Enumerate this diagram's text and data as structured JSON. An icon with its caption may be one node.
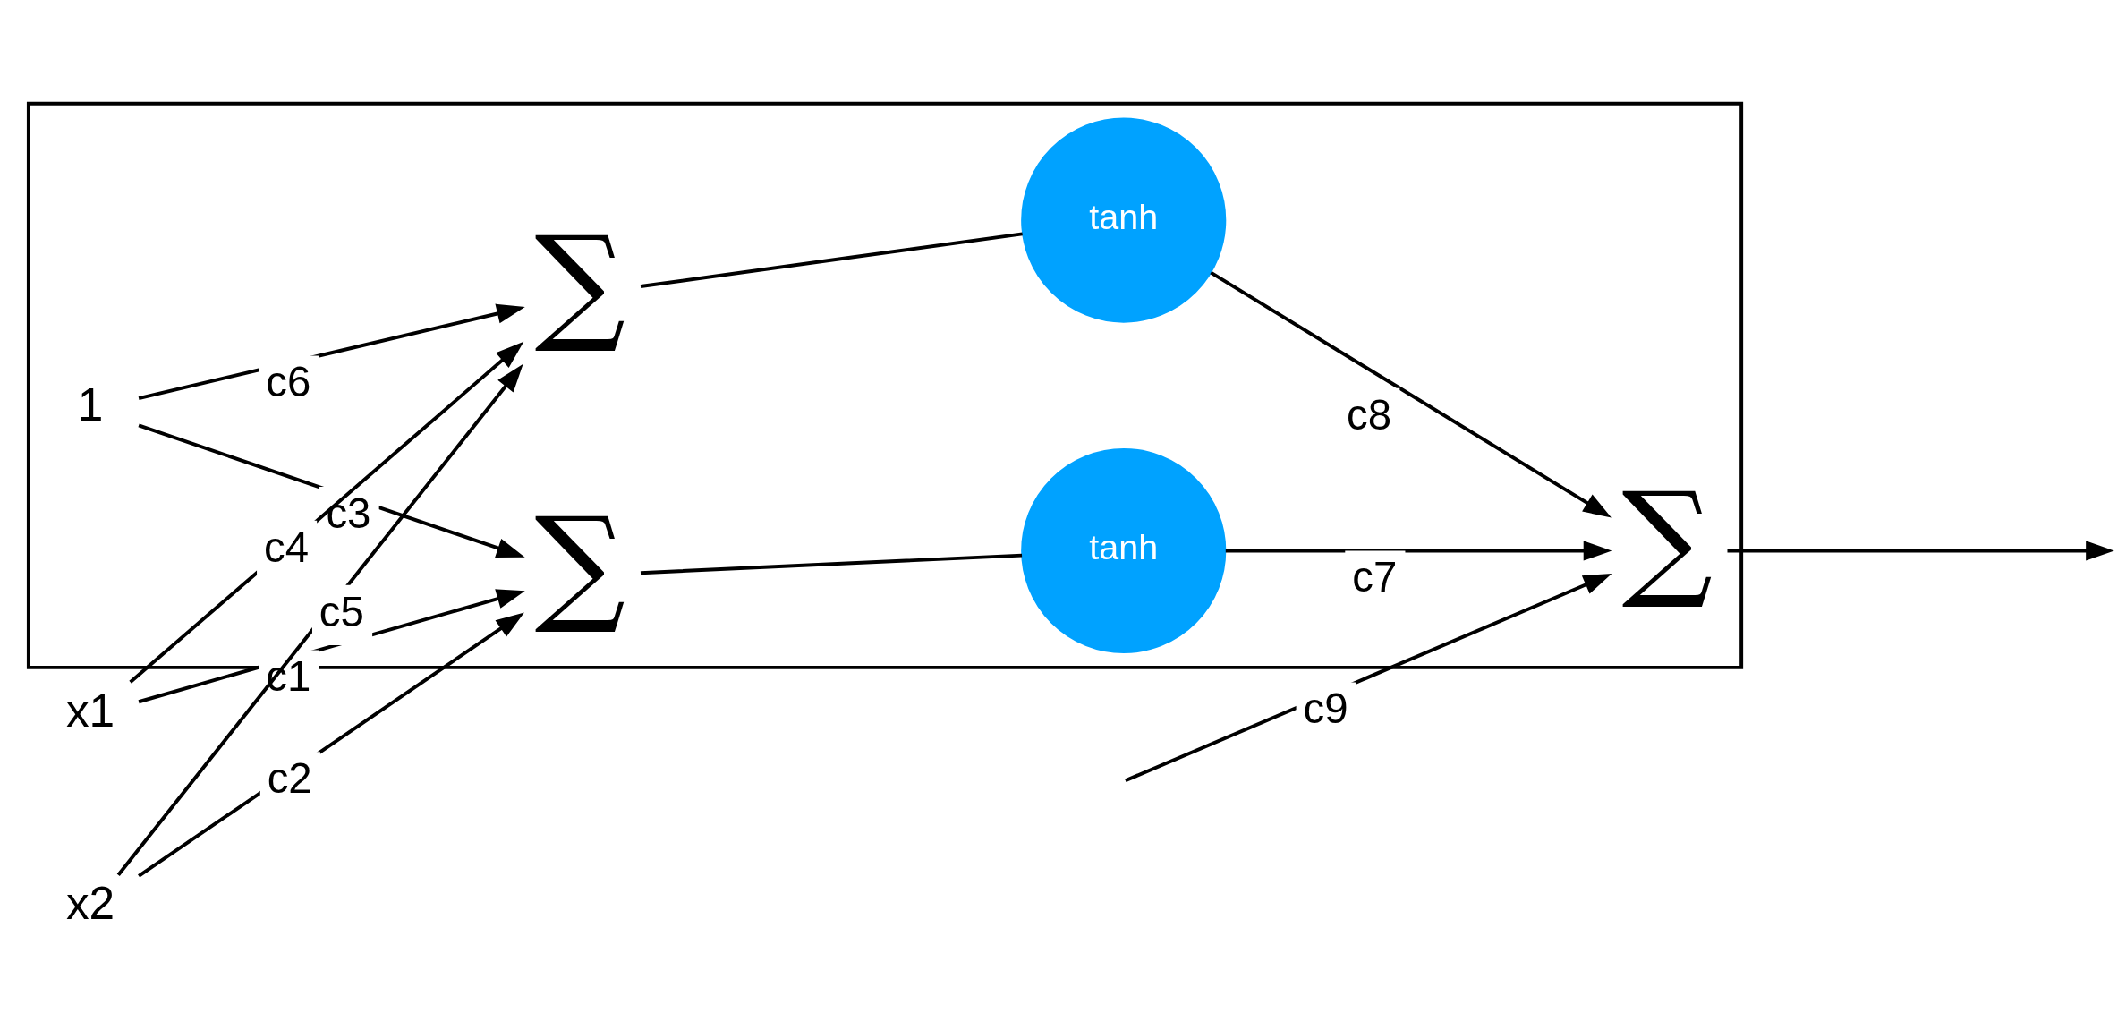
{
  "diagram": {
    "nodes": [
      {
        "text": [],
        "shape": "box"
      },
      {
        "text": [
          "x1"
        ]
      },
      {
        "text": [
          "x2"
        ]
      },
      {
        "text": [
          "1"
        ],
        "in": 0
      },
      {
        "text": [
          "∑"
        ],
        "in": 0
      },
      {
        "text": [
          "∑"
        ],
        "in": 0
      },
      {
        "text": [
          "tanh"
        ],
        "in": 0
      },
      {
        "text": [
          "tanh"
        ],
        "in": 0
      },
      {
        "text": [
          "∑"
        ],
        "in": 0
      }
    ],
    "edges": [
      {
        "from": 3,
        "to": 4,
        "arrow": "to",
        "label": "c3"
      },
      {
        "from": 3,
        "to": 5,
        "arrow": "to",
        "label": "c6"
      },
      {
        "from": 1,
        "to": 4,
        "arrow": "to",
        "label": "c1"
      },
      {
        "from": 1,
        "to": 5,
        "arrow": "to",
        "label": "c4"
      },
      {
        "from": 2,
        "to": 4,
        "arrow": "to",
        "label": "c2"
      },
      {
        "from": 2,
        "to": 5,
        "arrow": "to",
        "label": "c5"
      },
      {
        "from": 4,
        "to": 6,
        "arrow": "none"
      },
      {
        "from": 5,
        "to": 7,
        "arrow": "none"
      },
      {
        "from": 6,
        "to": 8,
        "arrow": "to",
        "label": "c7"
      },
      {
        "from": 7,
        "to": 8,
        "arrow": "to",
        "label": "c8"
      },
      {
        "from": null,
        "to": 8,
        "arrow": "to",
        "label": "c9"
      },
      {
        "from": 8,
        "to": null,
        "arrow": "to"
      }
    ]
  }
}
